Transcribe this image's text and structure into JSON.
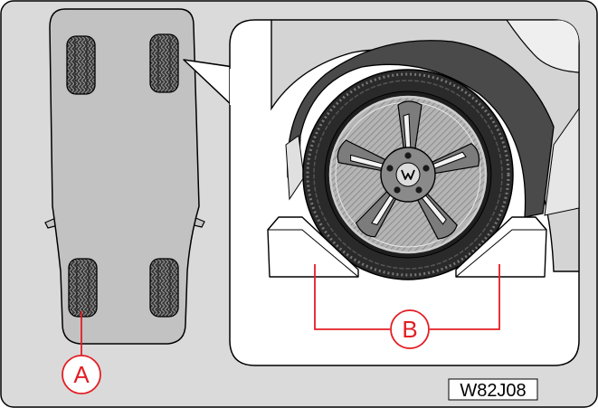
{
  "figure": {
    "code": "W82J08",
    "callouts": {
      "a": {
        "label": "A"
      },
      "b": {
        "label": "B"
      }
    }
  },
  "icons": {
    "car": "car-top-view-icon",
    "wheel": "wheel-icon",
    "chock": "wheel-chock-icon",
    "logo": "brand-logo-icon"
  },
  "colors": {
    "background": "#dadada",
    "panel": "#ffffff",
    "callout": "#e31e24",
    "tire": "#2a2a2a",
    "rim": "#7c7c7c",
    "outline": "#000000"
  }
}
